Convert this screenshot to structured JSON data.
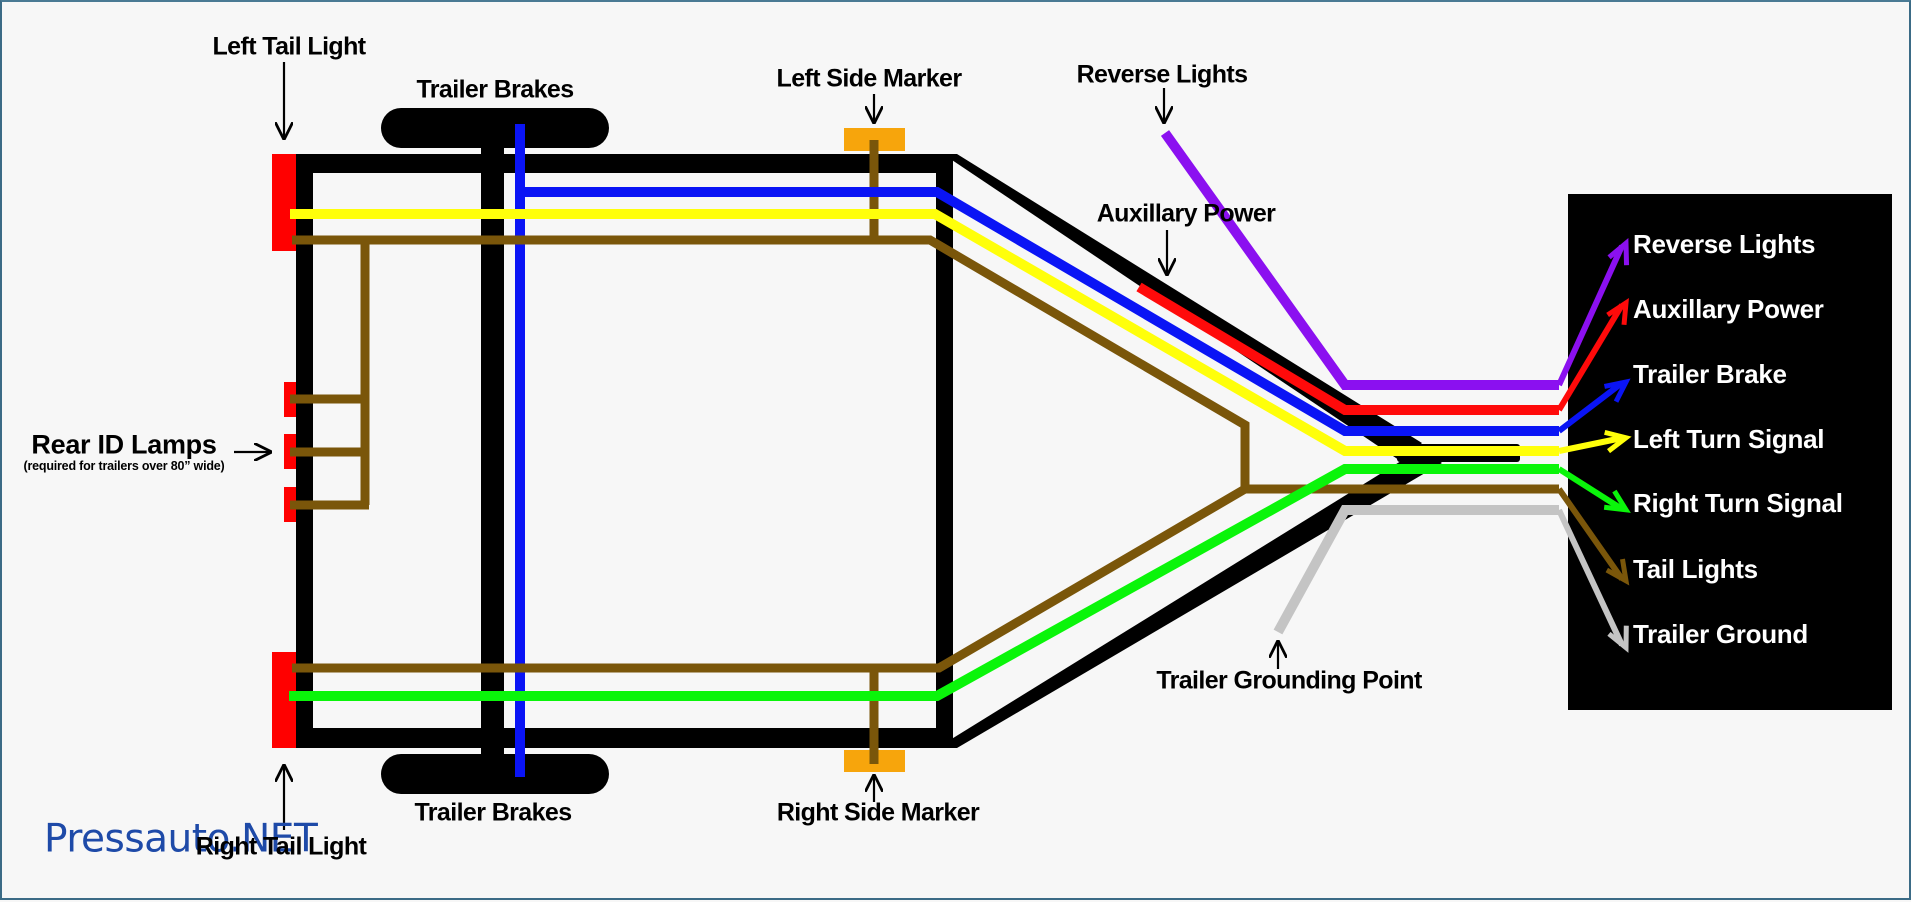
{
  "diagram": {
    "title": "Trailer Wiring Diagram",
    "watermark": "Pressauto.NET",
    "background_color": "#f7f7f7",
    "frame_color": "#000000",
    "lamp_red": "#ff0000",
    "marker_amber": "#f7a50c",
    "callouts": {
      "left_tail_light": "Left Tail Light",
      "right_tail_light": "Right Tail Light",
      "trailer_brakes_top": "Trailer Brakes",
      "trailer_brakes_bottom": "Trailer Brakes",
      "left_side_marker": "Left Side Marker",
      "right_side_marker": "Right Side Marker",
      "reverse_lights": "Reverse Lights",
      "auxiliary_power": "Auxillary Power",
      "trailer_grounding_point": "Trailer Grounding Point",
      "rear_id_lamps": "Rear ID Lamps",
      "rear_id_lamps_note": "(required for trailers over 80” wide)"
    },
    "legend": [
      {
        "label": "Reverse Lights",
        "color": "#8b10f0"
      },
      {
        "label": "Auxillary Power",
        "color": "#ff0a0a"
      },
      {
        "label": "Trailer Brake",
        "color": "#0a14f5"
      },
      {
        "label": "Left Turn Signal",
        "color": "#ffff0a"
      },
      {
        "label": "Right Turn Signal",
        "color": "#0af50a"
      },
      {
        "label": "Tail Lights",
        "color": "#7a560a"
      },
      {
        "label": "Trailer Ground",
        "color": "#c4c4c4"
      }
    ]
  }
}
